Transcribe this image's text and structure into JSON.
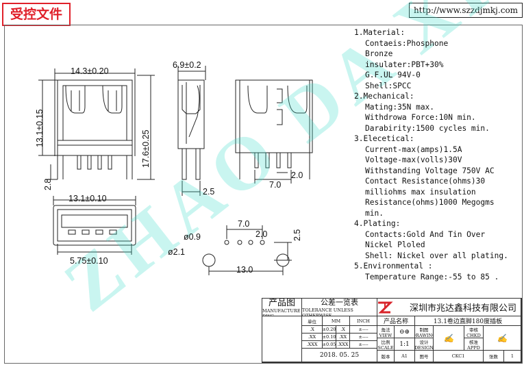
{
  "header": {
    "stamp_text": "受控文件",
    "website": "http://www.szzdjmkj.com"
  },
  "watermark": "ZHAO DA XIN",
  "dimensions": {
    "width_top": "14.3±0.20",
    "height_left": "13.1±0.15",
    "height_right": "17.6±0.25",
    "pin_length": "2.8",
    "side_width": "6.9±0.2",
    "side_pin": "2.5",
    "back_pitch": "7.0",
    "back_pin": "2.0",
    "front_width": "13.1±0.10",
    "front_inner": "5.75±0.10",
    "pcb_hole_small": "ø0.9",
    "pcb_hole_large": "ø2.1",
    "pcb_pitch": "7.0",
    "pcb_pin": "2.0",
    "pcb_height": "2.5",
    "pcb_span": "13.0"
  },
  "specs": [
    {
      "head": "1.Material:",
      "items": [
        "Contaeis:Phosphone",
        "Bronze",
        "insulater:PBT+30%",
        "G.F.UL   94V-0",
        "Shell:SPCC"
      ]
    },
    {
      "head": "2.Mechanical:",
      "items": [
        "Mating:35N max.",
        "Withdrowa Force:10N min.",
        "Darabirity:1500 cycles min."
      ]
    },
    {
      "head": "3.Elecetical:",
      "items": [
        "Current-max(amps)1.5A",
        "Voltage-max(volls)30V",
        "Withstanding Voltage 750V AC",
        "Contact Resistance(ohms)30",
        "milliohms max insulation",
        "Resistance(ohms)1000 Megogms",
        "min."
      ]
    },
    {
      "head": "4.Plating:",
      "items": [
        "Contacts:Gold And Tin Over",
        "Nickel Ploled",
        "Shell: Nickel over all plating."
      ]
    },
    {
      "head": "5.Environmental :",
      "items": [
        "Temperature Range:-55 to 85  ."
      ]
    }
  ],
  "title_block": {
    "product_drawing_cn": "产品图",
    "product_drawing_en": "MANUFACTURE DWG",
    "tolerance_cn": "公差一览表",
    "tolerance_en": "TOLERANCE UNLESS OTHERWISE",
    "unit_label": "单位",
    "unit_mm": "MM",
    "unit_inch": "INCH",
    "tol_rows": [
      {
        "mm_fmt": ".X",
        "mm_val": "±0.20",
        "in_fmt": ".X",
        "in_val": "±----"
      },
      {
        "mm_fmt": ".XX",
        "mm_val": "±0.10",
        "in_fmt": ".XX",
        "in_val": "±----"
      },
      {
        "mm_fmt": ".XXX",
        "mm_val": "±0.05",
        "in_fmt": ".XXX",
        "in_val": "±----"
      }
    ],
    "date": "2018. 05. 25",
    "company": "深圳市兆达鑫科技有限公司",
    "product_name_label": "产品名称",
    "product_name": "13.1卷边直脚180度插板",
    "view_label": "角法",
    "view_en": "VIEW",
    "scale_label": "比例",
    "scale_en": "SCALE",
    "scale_value": "1:1",
    "drawing_label": "制图",
    "drawing_en": "DRAWING",
    "design_label": "设计",
    "design_en": "DESIGN",
    "checked_label": "审核",
    "checked_en": "CHKD",
    "approve_label": "核准",
    "approve_en": "APPD",
    "version_label": "版本",
    "version_value": "A1",
    "figno_label": "图号",
    "figno_value": "CKC1",
    "page_label": "张数",
    "page_value": "1"
  },
  "colors": {
    "stamp": "#e0202a",
    "watermark": "#3cdcc8",
    "logo": "#d8232a",
    "line": "#222222"
  }
}
